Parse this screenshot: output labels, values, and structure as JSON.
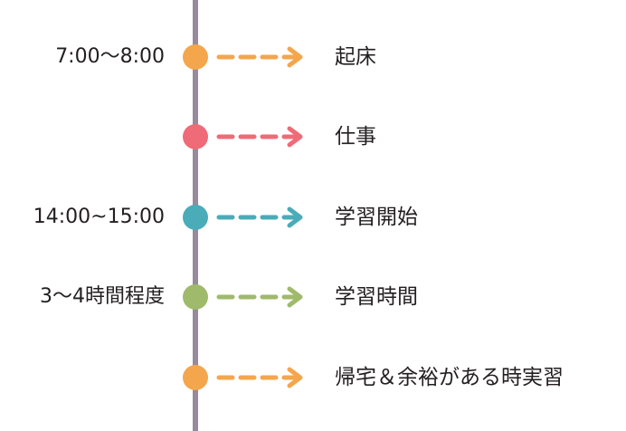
{
  "timeline": {
    "events": [
      {
        "time": "7:00〜8:00",
        "label": "起床",
        "color": "#f4a64d"
      },
      {
        "time": "",
        "label": "仕事",
        "color": "#ef6b77"
      },
      {
        "time": "14:00~15:00",
        "label": "学習開始",
        "color": "#4aacb8"
      },
      {
        "time": "3〜4時間程度",
        "label": "学習時間",
        "color": "#9fba6a"
      },
      {
        "time": "",
        "label": "帰宅＆余裕がある時実習",
        "color": "#f4a64d"
      }
    ]
  }
}
